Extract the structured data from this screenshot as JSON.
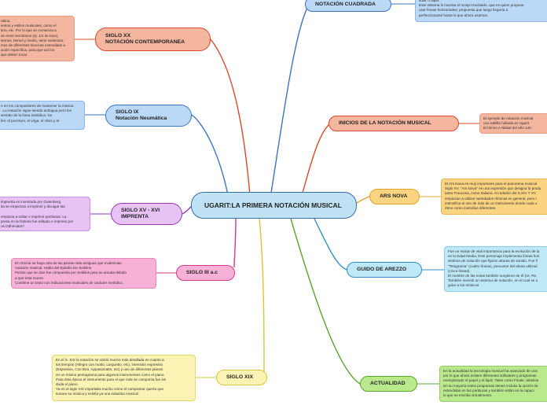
{
  "center": {
    "title": "UGARIT:LA PRIMERA NOTACIÓN MUSICAL"
  },
  "topics": {
    "siglo_xx": {
      "title": "SIGLO XX\nNOTACIÓN CONTEMPORANEA"
    },
    "siglo_ix": {
      "title": "SIGLO IX\nNotación Neumática"
    },
    "siglo_xv": {
      "title": "SIGLO XV - XVI\nIMPRENTA"
    },
    "siglo_iii": {
      "title": "SIGLO III a.c"
    },
    "siglo_xix": {
      "title": "SIGLO XIX"
    },
    "notacion_cuadrada": {
      "title": "NOTACIÓN CUADRADA"
    },
    "inicios": {
      "title": "INICIOS DE LA NOTACIÓN MUSICAL"
    },
    "ars_nova": {
      "title": "ARS NOVA"
    },
    "guido": {
      "title": "GUIDO DE AREZZO"
    },
    "actualidad": {
      "title": "ACTUALIDAD"
    }
  },
  "notes": {
    "siglo_xx": "rática.\nientos y estilos musicales, como el\nlero, etc. Por lo que se comienza a\nan entre semitonos (ej: 1/4 de tono).\nsemos, bemol y medio, semi sostenido,\nmos de diferentes técnicas extendidas a\nación específica, para que así los\nque deben tocar.",
    "siglo_ix": "n en los compositores de mantener la música\n. La notación sigue siendo ambigua pero los\nsentido de la línea melódica. Se\nles: el punctum, el virga, el clivis y el",
    "siglo_xv": "imprenta es inventada por Gutenberg.\nita se empiezan a imprimir y divulgar las\n\nempieza a editar e imprimir partituras. La\npresa en la historia fue editado e impreso por\nos Odhecaton\".",
    "siglo_iii": "En Grecia se haya otra de las piezas más antiguas que evidencian\nnotación musical. Habla del Epitafio De Seikilos.\nPiezas que se dice fue compuesta por Seikilos para su amada debido\na que ésta muere.\nContiene un texto con indicaciones musicales de carácter melódico.",
    "siglo_xix": "En el S. XIX la notación se volvió mucho más detallada en cuanto a\nlos tiempos (Allegro con motto, Larguetto, etc), intensión expresiva\n(Espresivo, Con Brio, Appasionatto, etc) y uso de diferentes planos\nen un mismo pentagrama para algunos instrumentos como el piano.\nPara ésta época el instrumento para el que más se componía fue sin\nduda el piano.\nYa en el siglo XIX importaba mucho cómo el compositor quería que\nsonara su música y existía ya una industria musical.",
    "notacion_cuadrada": "subir o bajar.\nEste sistema lo inventa el monje Hucbaldo, que es quien propone\nusar líneas horizontales; propuesta que luego llegaría a\nperfeccionarse hasta lo que ahora usamos.",
    "inicios": "El ejemplo de notación musical\nuna tablilla hallada en Ugarit\nEl himno A Nikkal del año 140",
    "ars_nova": "El Ars Nova es muy importante para el panorama musical\nSiglo XV. \"Ars Nova\" es una expresión que designa la produ\ntanto Francesa, como Italiana. Al rededor del S.XIV Y XV\nempiezan a utilizar variedades rítmicas en general, pero t\nintensifica el uso de más de un instrumento donde cada u\nritmo como melodías diferentes.",
    "guido": "Fue un monje de vital importancia para la evolución de la\nen la Edad Media. Este personaje implementa líneas hori\nsistema de notación que fijaron alturas de sonido. Fue ll\n\"Tetagrama\" (cuatro líneas), precursor del ahora utilizad\n(cinco líneas).\nEl nombre de las notas también surgieron de él (Ut, Re,\nTambién inventó un sistema de notación, en el cual se u\ngular a los músicos",
    "actualidad": "En la actualidad la tecnología musical ha avanzado de una\npor lo que ahora existen diferentes softwares y programas\nreemplazado el papel y el lápiz. Tales como Finale, Sibelius\nEn su mayoría estos programas tienen incluso la opción de\nextendidas en las partituras y también están en la capaci\nlo que se escriba virtualmente."
  },
  "colors": {
    "center_fill": "#bfe3f5",
    "center_border": "#3a6ea8",
    "salmon": "#f5b6a0",
    "salmon_border": "#d9482b",
    "blue": "#bcd8f7",
    "blue_border": "#3c74c4",
    "violet": "#e7c3f5",
    "violet_border": "#8e3bb5",
    "pink": "#f7b0d6",
    "pink_border": "#d4388c",
    "yellow": "#fbf3b3",
    "yellow_border": "#d9c53a",
    "orange": "#fbd481",
    "orange_border": "#e0a42a",
    "cyan": "#bfe8f7",
    "cyan_border": "#2f8fc4",
    "green": "#b9e88d",
    "green_border": "#5aa52c"
  }
}
